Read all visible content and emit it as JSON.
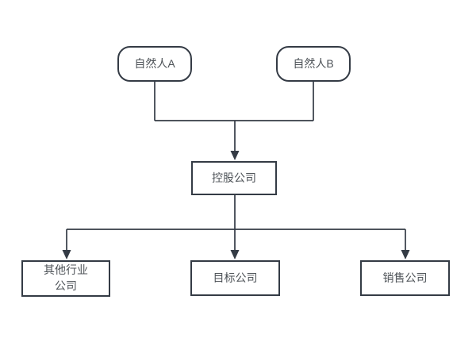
{
  "diagram": {
    "type": "org-structure-flowchart",
    "nodes": {
      "person_a": {
        "label": "自然人A",
        "shape": "rounded"
      },
      "person_b": {
        "label": "自然人B",
        "shape": "rounded"
      },
      "holding": {
        "label": "控股公司",
        "shape": "rect"
      },
      "other_industry": {
        "label": "其他行业\n公司",
        "shape": "rect"
      },
      "target": {
        "label": "目标公司",
        "shape": "rect"
      },
      "sales": {
        "label": "销售公司",
        "shape": "rect"
      }
    },
    "edges": [
      {
        "from": "自然人A",
        "to": "控股公司",
        "arrow": true
      },
      {
        "from": "自然人B",
        "to": "控股公司",
        "arrow": true
      },
      {
        "from": "控股公司",
        "to": "其他行业公司",
        "arrow": true
      },
      {
        "from": "控股公司",
        "to": "目标公司",
        "arrow": true
      },
      {
        "from": "控股公司",
        "to": "销售公司",
        "arrow": true
      }
    ],
    "colors": {
      "stroke": "#343b45",
      "text": "#4d5257",
      "fill": "#ffffff",
      "background": "#ffffff"
    }
  }
}
